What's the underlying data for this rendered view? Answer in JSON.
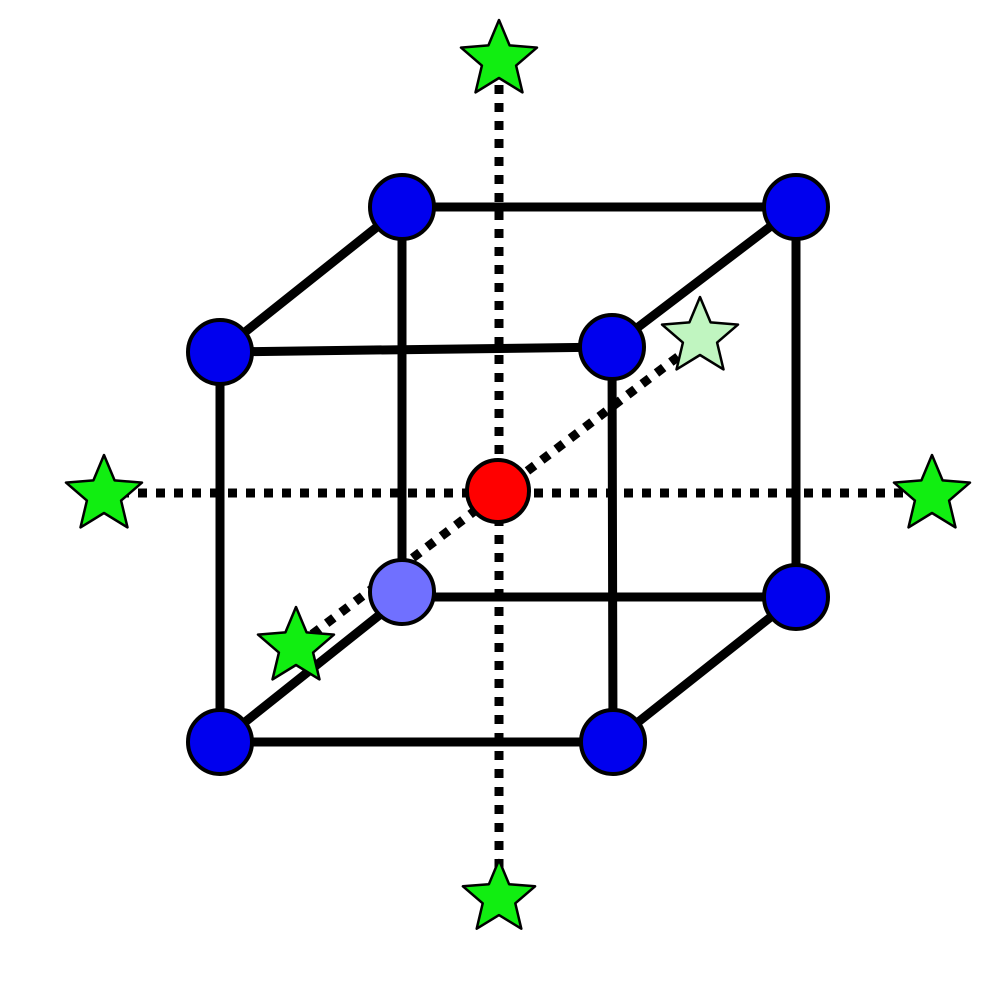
{
  "diagram": {
    "type": "cube-lattice",
    "colors": {
      "background": "#ffffff",
      "edge": "#000000",
      "corner_node": "#0000ee",
      "back_corner_node": "#7070ff",
      "center_node": "#ff0000",
      "star": "#11ee11",
      "faded_star": "#c0f5c0",
      "outline": "#000000"
    },
    "counts": {
      "corner_nodes": 8,
      "center_nodes": 1,
      "stars": 6
    },
    "icons": {
      "corner": "circle-node",
      "center": "circle-node",
      "axis_end": "star-icon"
    }
  }
}
